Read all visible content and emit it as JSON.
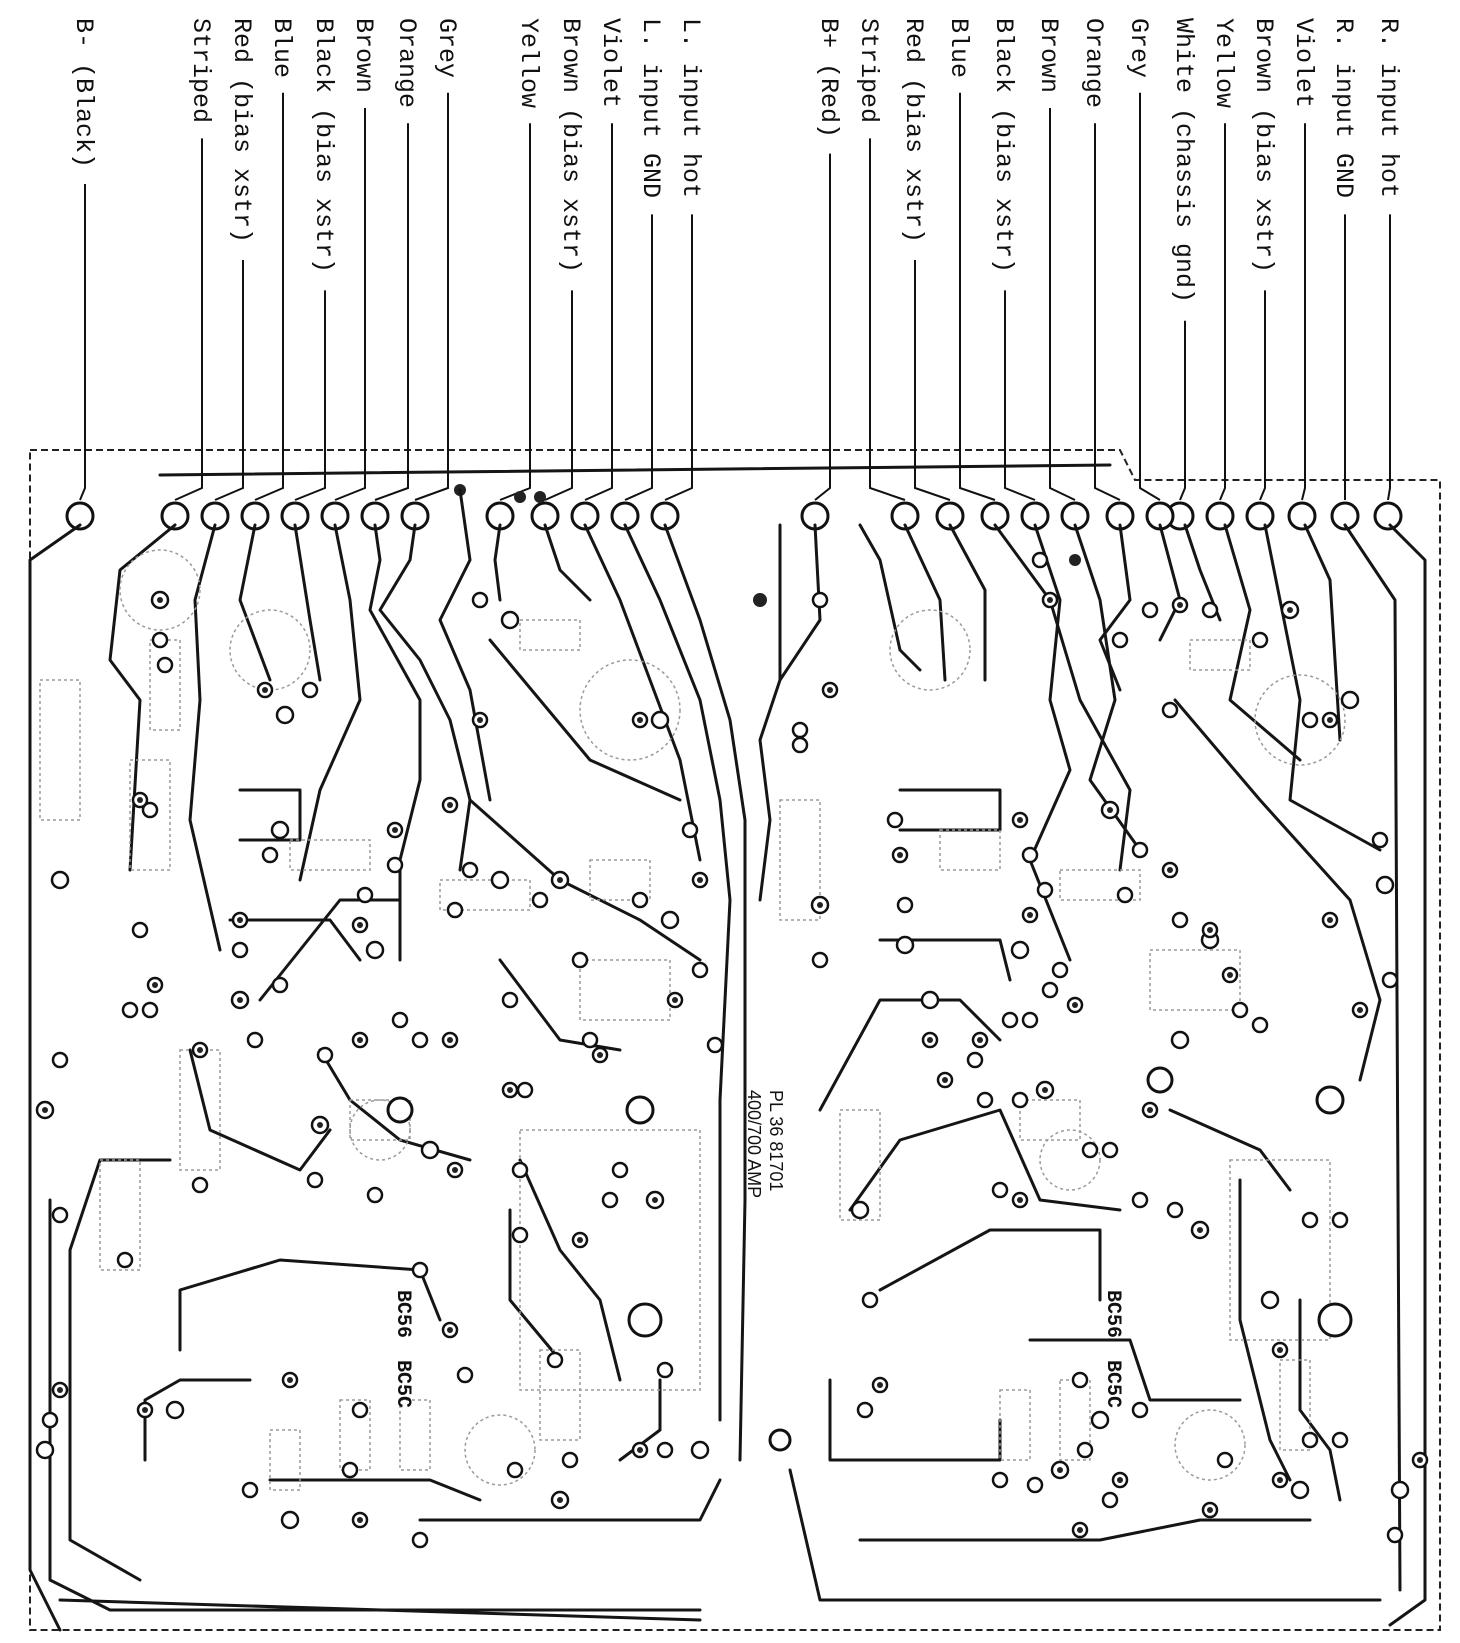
{
  "right_channel_labels": [
    "R. input hot",
    "R. input GND",
    "Violet",
    "Brown (bias xstr)",
    "Yellow",
    "White (chassis gnd)",
    "Grey",
    "Orange",
    "Brown",
    "Black (bias xstr)",
    "Blue",
    "Red (bias xstr)",
    "Striped",
    "B+ (Red)"
  ],
  "left_channel_labels": [
    "L. input hot",
    "L. input GND",
    "Violet",
    "Brown (bias xstr)",
    "Yellow",
    "Grey",
    "Orange",
    "Brown",
    "Black (bias xstr)",
    "Blue",
    "Red (bias xstr)",
    "Striped",
    "B- (Black)"
  ],
  "board_marking": {
    "line1": "PL 36   81701",
    "line2": "400/700 AMP"
  },
  "component_markings": {
    "left_top": "BC56",
    "left_bottom": "BC5C",
    "right_top": "BC56",
    "right_bottom": "BC5C"
  }
}
